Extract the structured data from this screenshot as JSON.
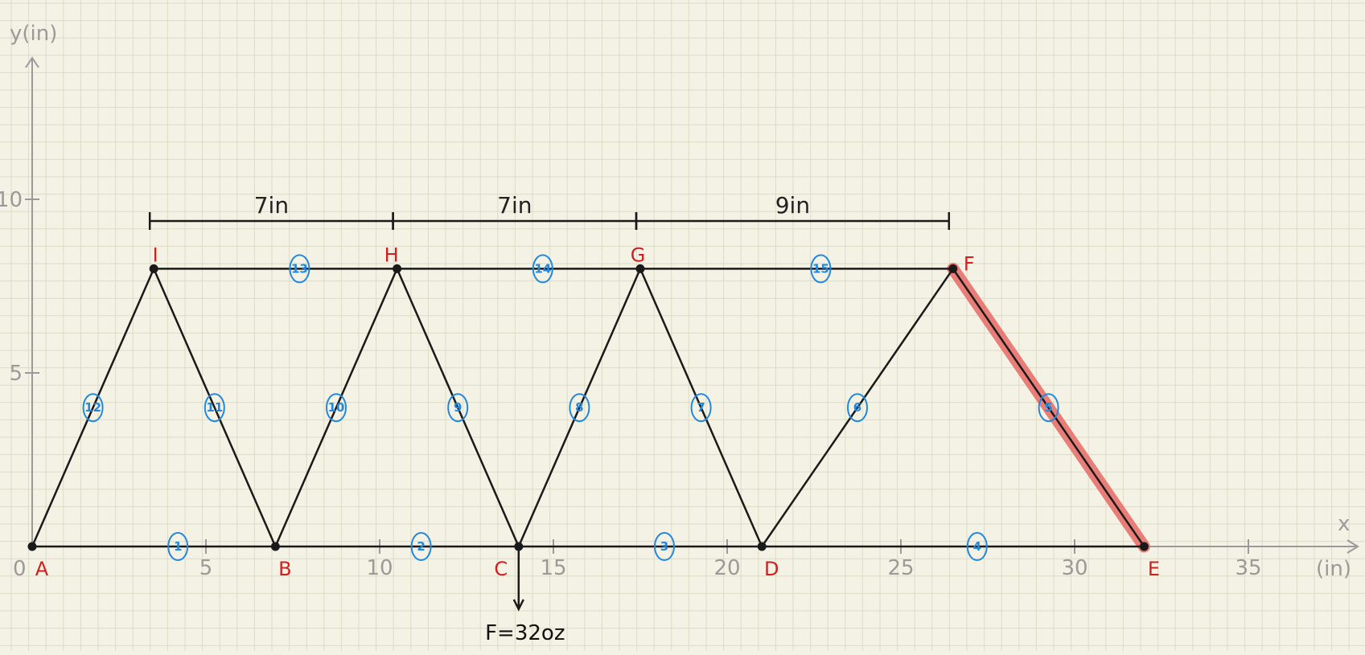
{
  "axes": {
    "y_label": "y(in)",
    "x_label_top": "x",
    "x_label_bottom": "(in)",
    "origin_label": "0",
    "x_ticks": [
      {
        "value": 5,
        "label": "5"
      },
      {
        "value": 10,
        "label": "10"
      },
      {
        "value": 15,
        "label": "15"
      },
      {
        "value": 20,
        "label": "20"
      },
      {
        "value": 25,
        "label": "25"
      },
      {
        "value": 30,
        "label": "30"
      },
      {
        "value": 35,
        "label": "35"
      }
    ],
    "y_ticks": [
      {
        "value": 5,
        "label": "5"
      },
      {
        "value": 10,
        "label": "10"
      }
    ]
  },
  "nodes": {
    "A": {
      "label": "A",
      "x": 0,
      "y": 0
    },
    "B": {
      "label": "B",
      "x": 7,
      "y": 0
    },
    "C": {
      "label": "C",
      "x": 14,
      "y": 0
    },
    "D": {
      "label": "D",
      "x": 21,
      "y": 0
    },
    "E": {
      "label": "E",
      "x": 32,
      "y": 0
    },
    "F": {
      "label": "F",
      "x": 26.5,
      "y": 8
    },
    "G": {
      "label": "G",
      "x": 17.5,
      "y": 8
    },
    "H": {
      "label": "H",
      "x": 10.5,
      "y": 8
    },
    "I": {
      "label": "I",
      "x": 3.5,
      "y": 8
    }
  },
  "members": [
    {
      "id": "1",
      "from": "A",
      "to": "B"
    },
    {
      "id": "2",
      "from": "B",
      "to": "C"
    },
    {
      "id": "3",
      "from": "C",
      "to": "D"
    },
    {
      "id": "4",
      "from": "D",
      "to": "E"
    },
    {
      "id": "5",
      "from": "E",
      "to": "F",
      "highlighted": true
    },
    {
      "id": "6",
      "from": "D",
      "to": "F"
    },
    {
      "id": "7",
      "from": "D",
      "to": "G"
    },
    {
      "id": "8",
      "from": "C",
      "to": "G"
    },
    {
      "id": "9",
      "from": "C",
      "to": "H"
    },
    {
      "id": "10",
      "from": "B",
      "to": "H"
    },
    {
      "id": "11",
      "from": "B",
      "to": "I"
    },
    {
      "id": "12",
      "from": "A",
      "to": "I"
    },
    {
      "id": "13",
      "from": "I",
      "to": "H"
    },
    {
      "id": "14",
      "from": "H",
      "to": "G"
    },
    {
      "id": "15",
      "from": "G",
      "to": "F"
    }
  ],
  "dimensions": [
    {
      "label": "7in",
      "from": "I",
      "to": "H"
    },
    {
      "label": "7in",
      "from": "H",
      "to": "G"
    },
    {
      "label": "9in",
      "from": "G",
      "to": "F"
    }
  ],
  "load": {
    "label": "F=32oz",
    "at": "C",
    "direction": "down"
  },
  "colors": {
    "paper": "#f4f2e4",
    "grid": "#dcdbc6",
    "axis": "#9a9a9a",
    "member": "#1a1a1a",
    "node_label": "#d01f1f",
    "member_label": "#2288dd",
    "highlight": "#e8716d"
  }
}
